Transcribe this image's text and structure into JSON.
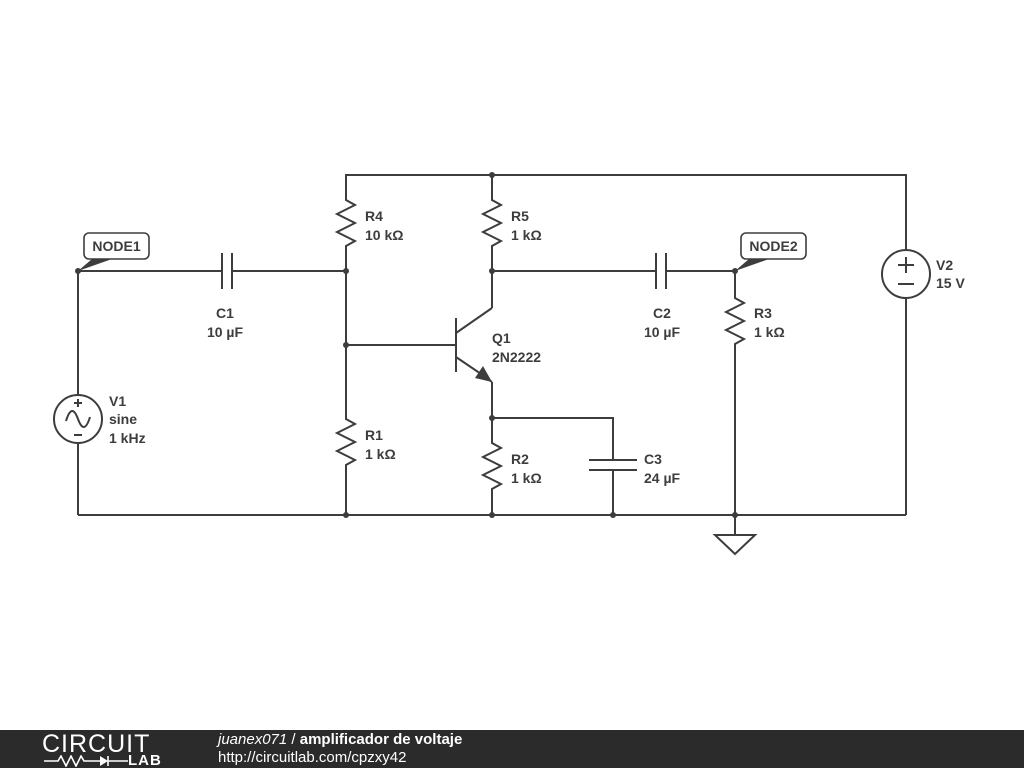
{
  "components": {
    "r4": {
      "name": "R4",
      "value": "10 kΩ"
    },
    "r5": {
      "name": "R5",
      "value": "1 kΩ"
    },
    "c1": {
      "name": "C1",
      "value": "10 µF"
    },
    "c2": {
      "name": "C2",
      "value": "10 µF"
    },
    "r3": {
      "name": "R3",
      "value": "1 kΩ"
    },
    "q1": {
      "name": "Q1",
      "value": "2N2222"
    },
    "v1": {
      "name": "V1",
      "type": "sine",
      "value": "1 kHz"
    },
    "r1": {
      "name": "R1",
      "value": "1 kΩ"
    },
    "r2": {
      "name": "R2",
      "value": "1 kΩ"
    },
    "c3": {
      "name": "C3",
      "value": "24 µF"
    },
    "v2": {
      "name": "V2",
      "value": "15 V"
    }
  },
  "nodes": {
    "node1": "NODE1",
    "node2": "NODE2"
  },
  "footer": {
    "logo_top": "CIRCUIT",
    "logo_bottom": "LAB",
    "user": "juanex071",
    "separator": " / ",
    "title": "amplificador de voltaje",
    "url": "http://circuitlab.com/cpzxy42"
  },
  "colors": {
    "wire": "#3d3d3d",
    "footer_bg": "#2b2b2b",
    "background": "#ffffff"
  }
}
